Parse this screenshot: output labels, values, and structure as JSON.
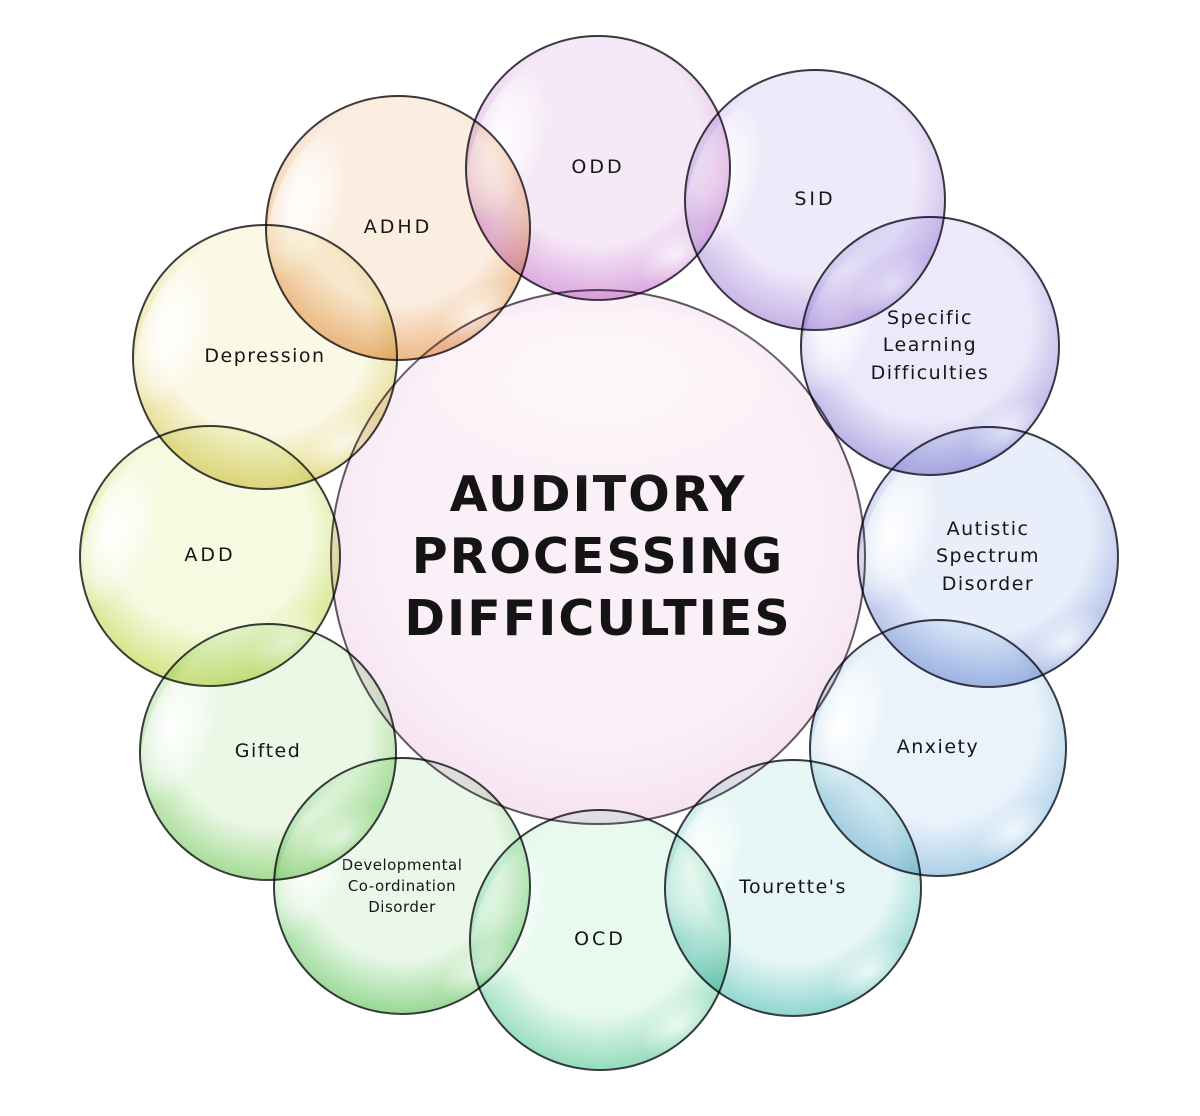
{
  "diagram": {
    "background": "#ffffff",
    "outline_color": "#1e1c26",
    "text_color": "#161616",
    "center": {
      "label": "AUDITORY PROCESSING DIFFICULTIES",
      "fill": "#fbf0f7",
      "rim": "#dcaed4"
    },
    "bubbles": [
      {
        "id": "odd",
        "label": "ODD",
        "rim": "#c979cf",
        "fill": "#f6e9f7"
      },
      {
        "id": "sid",
        "label": "SID",
        "rim": "#a98bd9",
        "fill": "#efeafa"
      },
      {
        "id": "specific-learning-difficulties",
        "label": "Specific Learning Difficulties",
        "rim": "#8d85d6",
        "fill": "#eceafa"
      },
      {
        "id": "autistic-spectrum-disorder",
        "label": "Autistic Spectrum Disorder",
        "rim": "#7e95d8",
        "fill": "#e9effa"
      },
      {
        "id": "anxiety",
        "label": "Anxiety",
        "rim": "#7fb7da",
        "fill": "#eaf3fb"
      },
      {
        "id": "tourettes",
        "label": "Tourette's",
        "rim": "#52bdb4",
        "fill": "#e7f7f6"
      },
      {
        "id": "ocd",
        "label": "OCD",
        "rim": "#57c795",
        "fill": "#e8f9f0"
      },
      {
        "id": "developmental-coordination-disorder",
        "label": "Developmental Co-ordination Disorder",
        "rim": "#5cc157",
        "fill": "#e9f8e8"
      },
      {
        "id": "gifted",
        "label": "Gifted",
        "rim": "#72c75b",
        "fill": "#ebf8e6"
      },
      {
        "id": "add",
        "label": "ADD",
        "rim": "#bad23f",
        "fill": "#f5fae0"
      },
      {
        "id": "depression",
        "label": "Depression",
        "rim": "#d5c243",
        "fill": "#fbf8e6"
      },
      {
        "id": "adhd",
        "label": "ADHD",
        "rim": "#e59347",
        "fill": "#fbeee1"
      }
    ]
  }
}
